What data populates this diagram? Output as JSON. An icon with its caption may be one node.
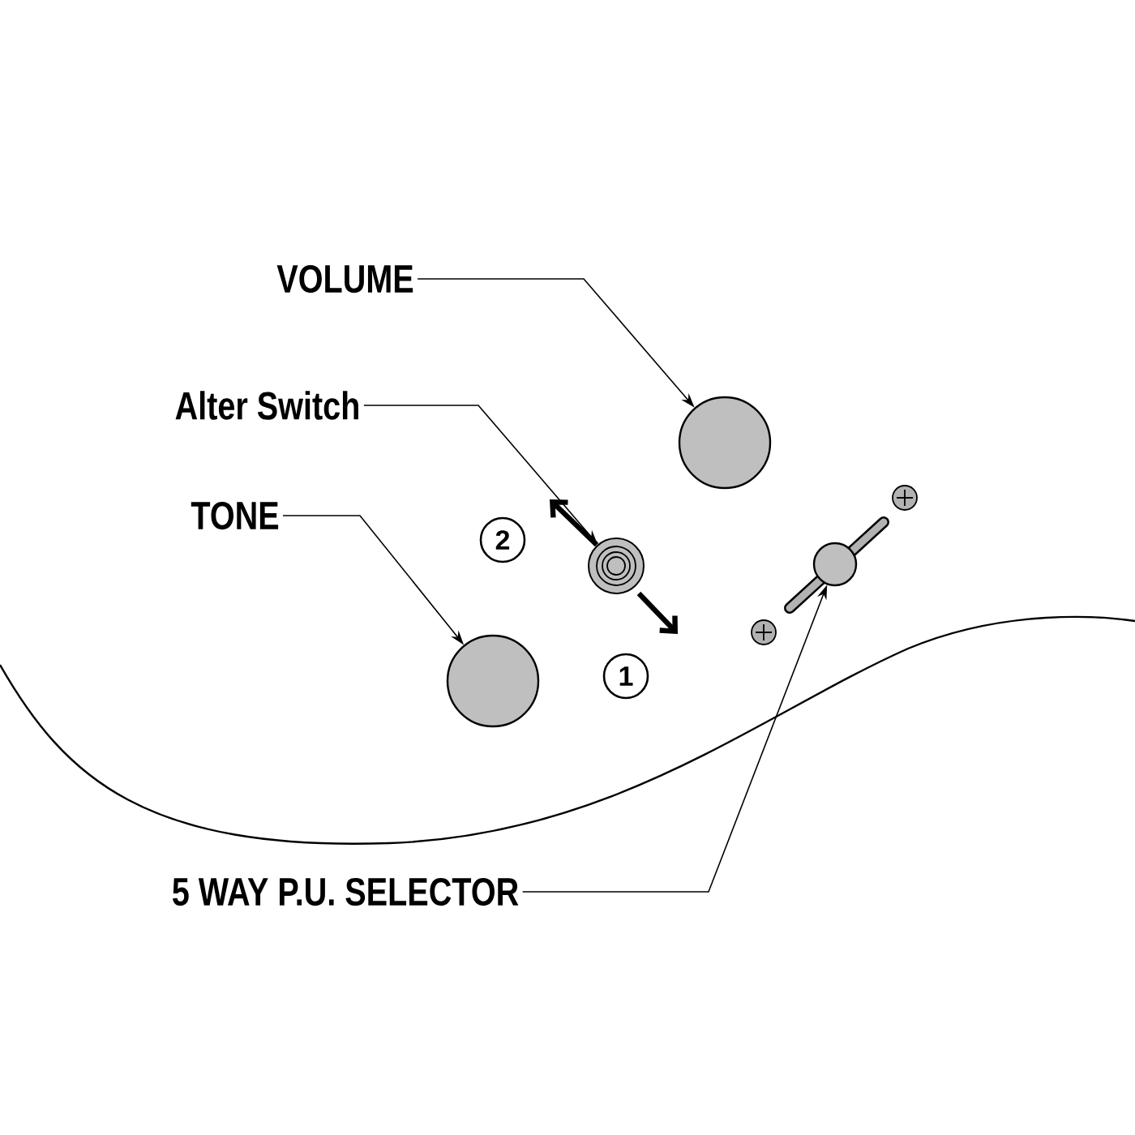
{
  "diagram": {
    "nodes": [
      {
        "text": [
          "VOLUME"
        ]
      },
      {
        "text": [
          "Alter Switch"
        ]
      },
      {
        "text": [
          "TONE"
        ]
      },
      {
        "text": [],
        "shape": "circle"
      },
      {
        "text": [
          "2"
        ]
      },
      {
        "text": [],
        "shape": "circle"
      },
      {
        "text": [],
        "shape": "bar"
      },
      {
        "text": [],
        "shape": "circle"
      },
      {
        "text": [
          "1"
        ]
      },
      {
        "text": [
          "5 WAY P.U. SELECTOR"
        ]
      }
    ],
    "edges": [
      {
        "from": 0,
        "to": 3,
        "arrow": "to"
      },
      {
        "from": 1,
        "to": 5,
        "arrow": "to"
      },
      {
        "from": 2,
        "to": 7,
        "arrow": "to"
      },
      {
        "from": 9,
        "to": 6,
        "arrow": "to"
      }
    ]
  }
}
